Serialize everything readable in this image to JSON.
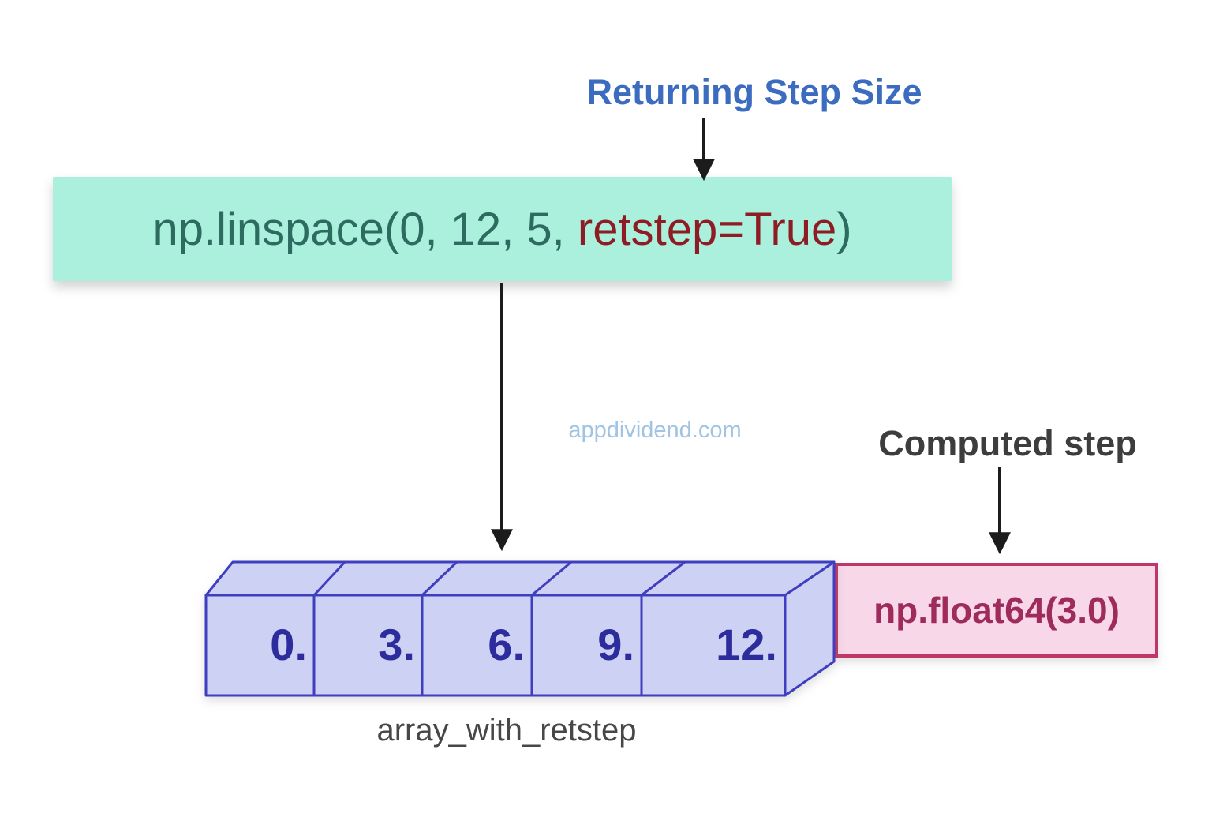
{
  "labels": {
    "returning_step_size": "Returning Step Size",
    "computed_step": "Computed step",
    "array_name": "array_with_retstep"
  },
  "code_box": {
    "call_prefix": "np.linspace(0, 12, 5, ",
    "retstep_arg": "retstep=True",
    "call_suffix": ")"
  },
  "watermark": "appdividend.com",
  "array": {
    "values": [
      "0.",
      "3.",
      "6.",
      "9.",
      "12."
    ]
  },
  "step_result": "np.float64(3.0)",
  "colors": {
    "code_box_bg": "#aaf0dc",
    "code_text": "#2d6b60",
    "code_highlight_text": "#8e1c24",
    "annotation_blue": "#3b6cc0",
    "annotation_gray": "#3d3d3d",
    "watermark_blue": "#a0c4e4",
    "array_cell_fill": "#cdd1f4",
    "array_cell_border": "#3e3ebe",
    "array_value_text": "#2c2c9c",
    "step_box_bg": "#f7d7e8",
    "step_box_border": "#bf3767",
    "step_box_text": "#9e2b5b",
    "arrow_black": "#1c1c1c"
  }
}
